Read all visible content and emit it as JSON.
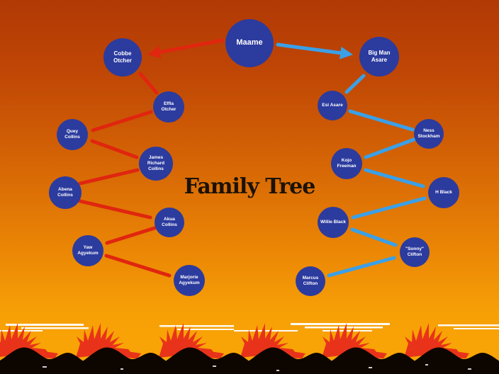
{
  "title": "Family Tree",
  "colors": {
    "node_fill": "#2c3b9e",
    "node_text": "#ffffff",
    "maternal_line_red": "#e0260f",
    "paternal_line_blue": "#3aa0e8",
    "title_text": "#1b1206",
    "background_top": "#b13905",
    "background_bottom": "#f9a606",
    "border_mountains": "#0d0600",
    "border_flames": "#e8331a"
  },
  "nodes": [
    {
      "id": "maame",
      "label": "Maame"
    },
    {
      "id": "cobbe-otcher",
      "label": "Cobbe\nOtcher"
    },
    {
      "id": "big-man-asare",
      "label": "Big Man\nAsare"
    },
    {
      "id": "effia-otcher",
      "label": "Effia\nOtcher"
    },
    {
      "id": "quey-collins",
      "label": "Quey\nCollins"
    },
    {
      "id": "james-richard-collins",
      "label": "James\nRichard\nCollins"
    },
    {
      "id": "abena-collins",
      "label": "Abena\nCollins"
    },
    {
      "id": "akua-collins",
      "label": "Akua\nCollins"
    },
    {
      "id": "yaw-agyekum",
      "label": "Yaw\nAgyekum"
    },
    {
      "id": "marjorie-agyekum",
      "label": "Marjorie\nAgyekum"
    },
    {
      "id": "esi-asare",
      "label": "Esi Asare"
    },
    {
      "id": "ness-stockham",
      "label": "Ness\nStockham"
    },
    {
      "id": "kojo-freeman",
      "label": "Kojo\nFreeman"
    },
    {
      "id": "h-black",
      "label": "H Black"
    },
    {
      "id": "willie-black",
      "label": "Willie Black"
    },
    {
      "id": "sonny-clifton",
      "label": "\"Sonny\"\nClifton"
    },
    {
      "id": "marcus-clifton",
      "label": "Marcus\nClifton"
    }
  ],
  "edges": [
    {
      "from": "Maame",
      "to": "Cobbe Otcher",
      "line": "red",
      "arrow": true
    },
    {
      "from": "Cobbe Otcher",
      "to": "Effia Otcher",
      "line": "red",
      "arrow": false
    },
    {
      "from": "Effia Otcher",
      "to": "Quey Collins",
      "line": "red",
      "arrow": false
    },
    {
      "from": "Quey Collins",
      "to": "James Richard Collins",
      "line": "red",
      "arrow": false
    },
    {
      "from": "James Richard Collins",
      "to": "Abena Collins",
      "line": "red",
      "arrow": false
    },
    {
      "from": "Abena Collins",
      "to": "Akua Collins",
      "line": "red",
      "arrow": false
    },
    {
      "from": "Akua Collins",
      "to": "Yaw Agyekum",
      "line": "red",
      "arrow": false
    },
    {
      "from": "Yaw Agyekum",
      "to": "Marjorie Agyekum",
      "line": "red",
      "arrow": false
    },
    {
      "from": "Maame",
      "to": "Big Man Asare",
      "line": "blue",
      "arrow": true
    },
    {
      "from": "Big Man Asare",
      "to": "Esi Asare",
      "line": "blue",
      "arrow": false
    },
    {
      "from": "Esi Asare",
      "to": "Ness Stockham",
      "line": "blue",
      "arrow": false
    },
    {
      "from": "Ness Stockham",
      "to": "Kojo Freeman",
      "line": "blue",
      "arrow": false
    },
    {
      "from": "Kojo Freeman",
      "to": "H Black",
      "line": "blue",
      "arrow": false
    },
    {
      "from": "H Black",
      "to": "Willie Black",
      "line": "blue",
      "arrow": false
    },
    {
      "from": "Willie Black",
      "to": "Sonny Clifton",
      "line": "blue",
      "arrow": false
    },
    {
      "from": "Sonny Clifton",
      "to": "Marcus Clifton",
      "line": "blue",
      "arrow": false
    }
  ]
}
